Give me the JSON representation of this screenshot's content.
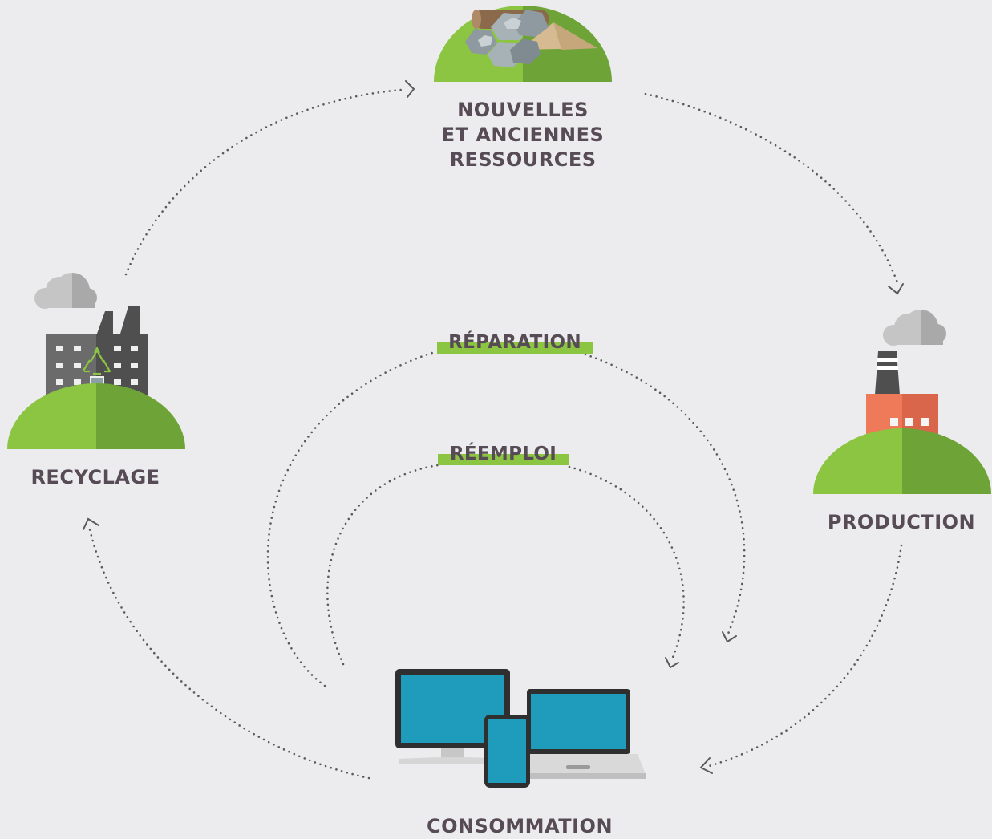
{
  "colors": {
    "background": "#ececee",
    "text": "#574c55",
    "grass_light": "#8cc541",
    "grass_dark": "#6ea437",
    "highlight": "#8cc541",
    "dots": "#5a5a5a",
    "screen": "#1f9bbb",
    "device_frame": "#2f2f2f",
    "cloud_light": "#c5c5c5",
    "cloud_dark": "#a9a9a9",
    "factory_orange": "#ef7a5a",
    "factory_orange_dark": "#d9654a",
    "plant_grey": "#6b6b6b",
    "plant_grey_dark": "#4f4f4f"
  },
  "stages": {
    "resources": {
      "lines": [
        "NOUVELLES",
        "ET ANCIENNES",
        "RESSOURCES"
      ],
      "icon": "resources-hill-icon"
    },
    "production": {
      "label": "PRODUCTION",
      "icon": "factory-icon"
    },
    "consumption": {
      "label": "CONSOMMATION",
      "icon": "devices-icon"
    },
    "recycling": {
      "label": "RECYCLAGE",
      "icon": "recycling-plant-icon"
    }
  },
  "loops": {
    "repair": {
      "label": "RÉPARATION"
    },
    "reuse": {
      "label": "RÉEMPLOI"
    }
  }
}
